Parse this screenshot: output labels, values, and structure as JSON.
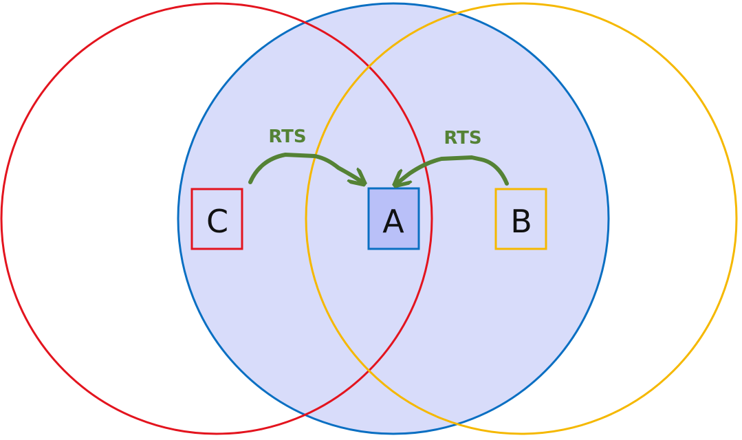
{
  "colors": {
    "red": "#e3141e",
    "blue": "#0a6fc2",
    "yellow": "#f5b800",
    "blue_fill": "#d8dcfa",
    "node_a_fill": "#b9c0f8",
    "arrow_green": "#548235"
  },
  "nodes": {
    "c": {
      "label": "C"
    },
    "a": {
      "label": "A"
    },
    "b": {
      "label": "B"
    }
  },
  "arrows": {
    "left": {
      "label": "RTS"
    },
    "right": {
      "label": "RTS"
    }
  }
}
